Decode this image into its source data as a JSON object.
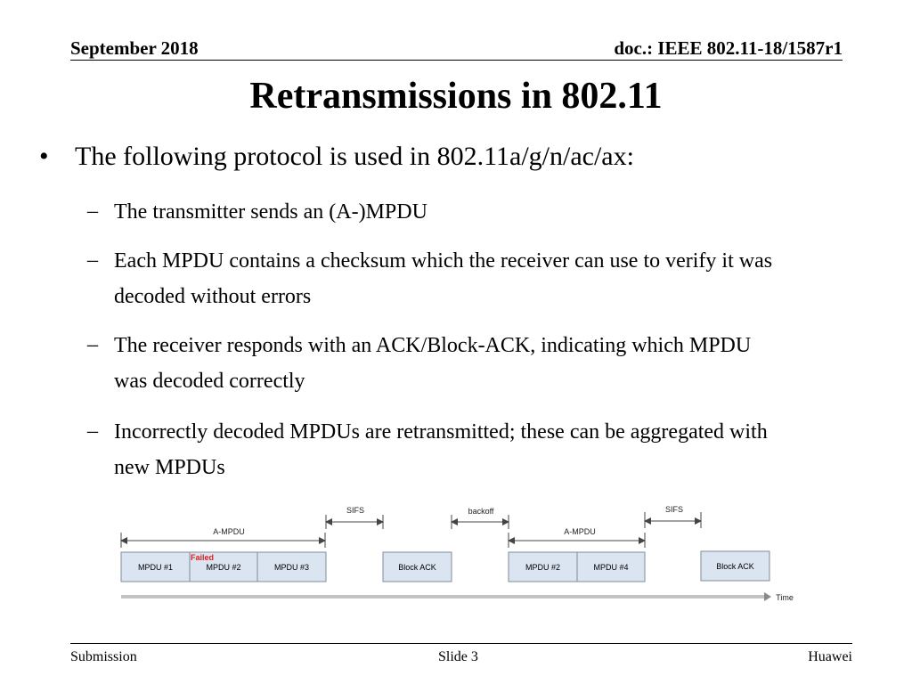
{
  "header": {
    "date": "September 2018",
    "doc": "doc.: IEEE 802.11-18/1587r1"
  },
  "title": "Retransmissions in 802.11",
  "bullet": {
    "symbol": "•",
    "text": "The following protocol is used in 802.11a/g/n/ac/ax:"
  },
  "subbullets": [
    {
      "dash": "–",
      "lines": [
        "The transmitter sends an (A-)MPDU"
      ]
    },
    {
      "dash": "–",
      "lines": [
        "Each MPDU contains a checksum which the receiver can use to verify it was",
        "decoded without errors"
      ]
    },
    {
      "dash": "–",
      "lines": [
        "The receiver responds with an ACK/Block-ACK, indicating which MPDU",
        "was decoded correctly"
      ]
    },
    {
      "dash": "–",
      "lines": [
        "Incorrectly decoded MPDUs are retransmitted; these can be aggregated with",
        "new MPDUs"
      ]
    }
  ],
  "diagram": {
    "interval_labels": {
      "sifs_1": "SIFS",
      "backoff": "backoff",
      "sifs_2": "SIFS",
      "ampdu_1": "A-MPDU",
      "ampdu_2": "A-MPDU"
    },
    "first_transmission": [
      "MPDU #1",
      "MPDU #2",
      "MPDU #3"
    ],
    "failed_label": "Failed",
    "block_ack_1": "Block ACK",
    "second_transmission": [
      "MPDU #2",
      "MPDU #4"
    ],
    "block_ack_2": "Block ACK",
    "time_label": "Time",
    "colors": {
      "box_fill": "#dbe5f1",
      "box_stroke": "#7f8c9c",
      "failed": "#e11b1b"
    }
  },
  "footer": {
    "left": "Submission",
    "center": "Slide 3",
    "right": "Huawei"
  }
}
